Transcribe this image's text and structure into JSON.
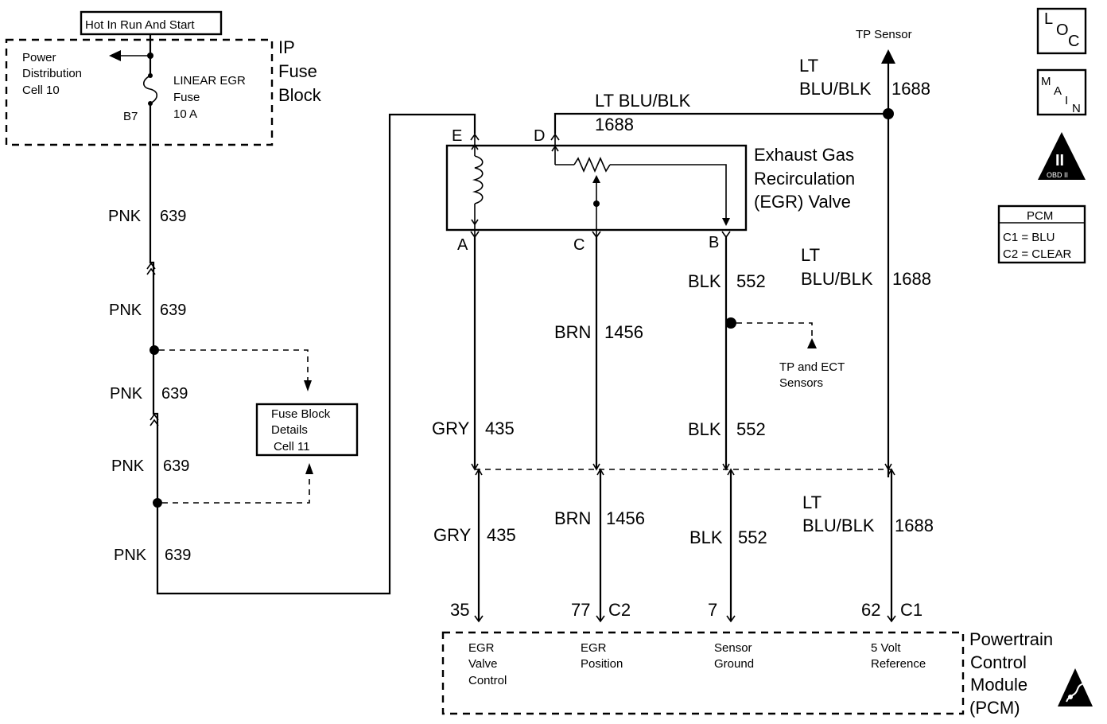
{
  "power": {
    "hot_label": "Hot In Run And Start",
    "pdc_line1": "Power",
    "pdc_line2": "Distribution",
    "pdc_line3": "Cell 10",
    "fuse_line1": "LINEAR EGR",
    "fuse_line2": "Fuse",
    "fuse_line3": "10 A",
    "fuse_pin": "B7",
    "block_line1": "IP",
    "block_line2": "Fuse",
    "block_line3": "Block"
  },
  "pnk_wire": {
    "color": "PNK",
    "circuit": "639"
  },
  "fuse_details": {
    "line1": "Fuse Block",
    "line2": "Details",
    "line3": "Cell 11"
  },
  "egr_valve": {
    "line1": "Exhaust Gas",
    "line2": "Recirculation",
    "line3": "(EGR) Valve",
    "pin_e": "E",
    "pin_d": "D",
    "pin_a": "A",
    "pin_c": "C",
    "pin_b": "B"
  },
  "wires": {
    "ltblu_top_color": "LT BLU/BLK",
    "ltblu_top_circuit": "1688",
    "lt": "LT",
    "blu_blk": "BLU/BLK",
    "circuit_1688": "1688",
    "gry": "GRY",
    "circuit_435": "435",
    "brn": "BRN",
    "circuit_1456": "1456",
    "blk": "BLK",
    "circuit_552": "552"
  },
  "tp_sensor": "TP Sensor",
  "tp_ect_line1": "TP and ECT",
  "tp_ect_line2": "Sensors",
  "pcm": {
    "pin_35": "35",
    "pin_77": "77",
    "conn_c2": "C2",
    "pin_7": "7",
    "pin_62": "62",
    "conn_c1": "C1",
    "term1_line1": "EGR",
    "term1_line2": "Valve",
    "term1_line3": "Control",
    "term2_line1": "EGR",
    "term2_line2": "Position",
    "term3_line1": "Sensor",
    "term3_line2": "Ground",
    "term4_line1": "5 Volt",
    "term4_line2": "Reference",
    "name_line1": "Powertrain",
    "name_line2": "Control",
    "name_line3": "Module",
    "name_line4": "(PCM)"
  },
  "legend": {
    "loc_l": "L",
    "loc_o": "O",
    "loc_c": "C",
    "main_m": "M",
    "main_a": "A",
    "main_i": "I",
    "main_n": "N",
    "obd_numeral": "II",
    "obd_text": "OBD II",
    "pcm_title": "PCM",
    "pcm_c1": "C1 = BLU",
    "pcm_c2": "C2 = CLEAR"
  }
}
